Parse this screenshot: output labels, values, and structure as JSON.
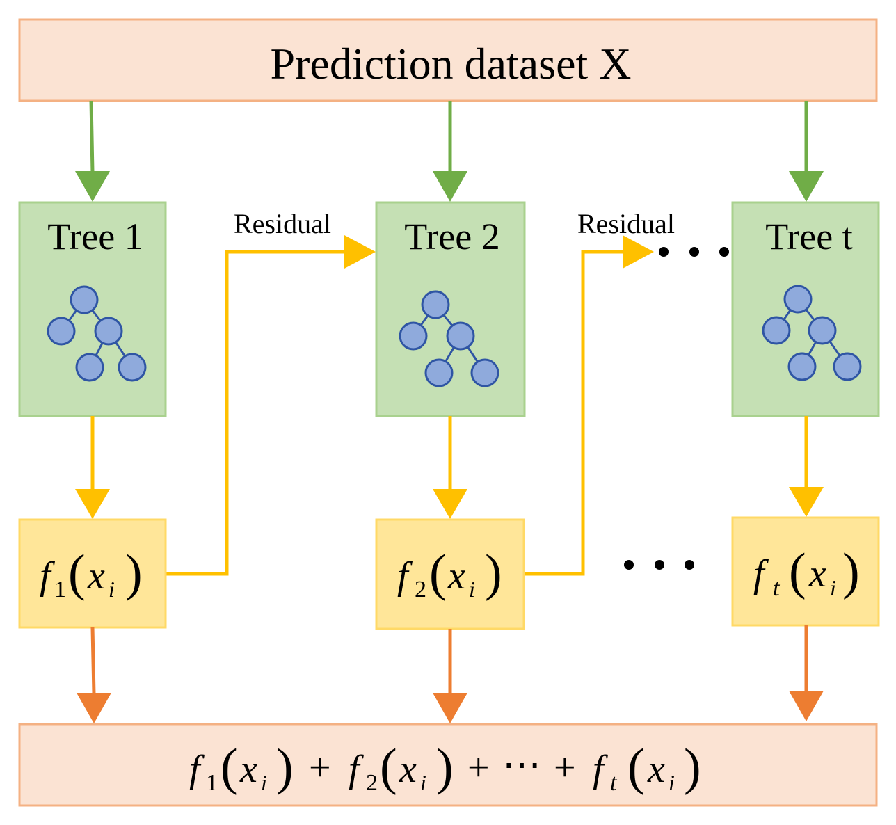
{
  "input_box": {
    "label": "Prediction dataset X"
  },
  "trees": [
    {
      "label": "Tree 1",
      "fn_symbol": "f",
      "fn_index": "1",
      "fn_var": "x",
      "fn_var_sub": "i"
    },
    {
      "label": "Tree 2",
      "fn_symbol": "f",
      "fn_index": "2",
      "fn_var": "x",
      "fn_var_sub": "i"
    },
    {
      "label": "Tree t",
      "fn_symbol": "f",
      "fn_index": "t",
      "fn_var": "x",
      "fn_var_sub": "i"
    }
  ],
  "residual_labels": [
    "Residual",
    "Residual"
  ],
  "output_box": {
    "term1": {
      "symbol": "f",
      "index": "1",
      "var": "x",
      "sub": "i"
    },
    "term2": {
      "symbol": "f",
      "index": "2",
      "var": "x",
      "sub": "i"
    },
    "term3": {
      "symbol": "f",
      "index": "t",
      "var": "x",
      "sub": "i"
    },
    "plus": "+",
    "ellipsis": "⋯"
  },
  "colors": {
    "box_fill": "#fbe3d3",
    "box_stroke": "#f4b183",
    "tree_fill": "#c5e0b4",
    "tree_stroke": "#a9d18e",
    "fn_fill": "#ffe699",
    "fn_stroke": "#ffd966",
    "green_arrow": "#70ad47",
    "yellow_arrow": "#ffc000",
    "orange_arrow": "#ed7d31",
    "node_fill": "#8faadc",
    "node_stroke": "#2f55a4"
  }
}
